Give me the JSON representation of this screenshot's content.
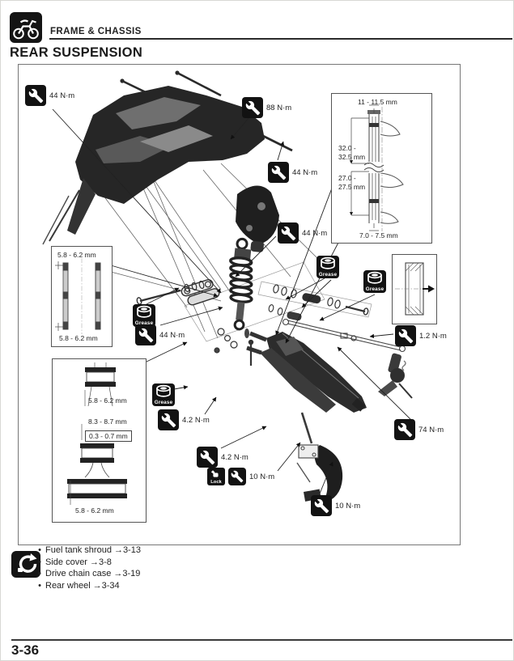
{
  "header": {
    "section": "FRAME & CHASSIS",
    "title": "REAR SUSPENSION"
  },
  "torque_labels": [
    "44 N·m",
    "88 N·m",
    "44 N·m",
    "44 N·m",
    "44 N·m",
    "1.2 N·m",
    "74 N·m",
    "4.2 N·m",
    "4.2 N·m",
    "10 N·m",
    "10 N·m"
  ],
  "labels": {
    "grease": "Grease",
    "lock": "Lock"
  },
  "insets": {
    "top_right": {
      "m1": "11 - 11.5 mm",
      "m2a": "32.0 -",
      "m2b": "32.5 mm",
      "m3a": "27.0 -",
      "m3b": "27.5 mm",
      "m4": "7.0 - 7.5 mm"
    },
    "mid_left": {
      "m1": "5.8 - 6.2 mm",
      "m2": "5.8 - 6.2 mm"
    },
    "bottom_left": {
      "m1": "5.8 - 6.2 mm",
      "m2": "8.3 - 8.7 mm",
      "m3": "0.3 - 0.7 mm",
      "m4": "5.8 - 6.2 mm"
    }
  },
  "references": {
    "bullet": "•",
    "arrow": "→",
    "items": [
      {
        "label": "Fuel tank shroud",
        "page": "3-13"
      },
      {
        "label": "Side cover",
        "page": "3-8"
      },
      {
        "label": "Drive chain case",
        "page": "3-19"
      },
      {
        "label": "Rear wheel",
        "page": "3-34"
      }
    ]
  },
  "footer": {
    "page_number": "3-36"
  },
  "colors": {
    "badge_bg": "#121212",
    "ink": "#1a1a1a"
  }
}
